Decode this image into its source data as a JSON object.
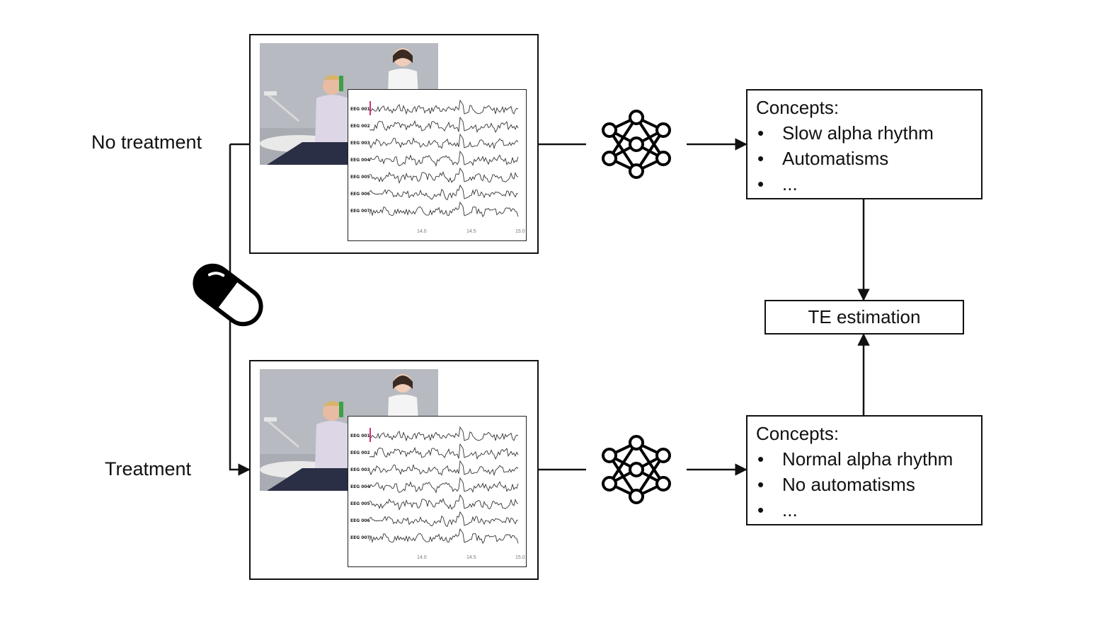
{
  "arms": [
    {
      "label": "No treatment",
      "concepts_title": "Concepts:",
      "concepts": [
        "Slow alpha rhythm",
        "Automatisms",
        "..."
      ]
    },
    {
      "label": "Treatment",
      "concepts_title": "Concepts:",
      "concepts": [
        "Normal alpha rhythm",
        "No automatisms",
        "..."
      ]
    }
  ],
  "estimation_label": "TE estimation",
  "bullet_symbol": "•",
  "eeg": {
    "channels": [
      "EEG 001",
      "EEG 002",
      "EEG 003",
      "EEG 004",
      "EEG 005",
      "EEG 006",
      "EEG 007"
    ],
    "ticks": [
      "14.0",
      "14.5",
      "15.0"
    ]
  },
  "icons": {
    "network": "neural-network-icon",
    "pill": "pill-capsule-icon"
  }
}
